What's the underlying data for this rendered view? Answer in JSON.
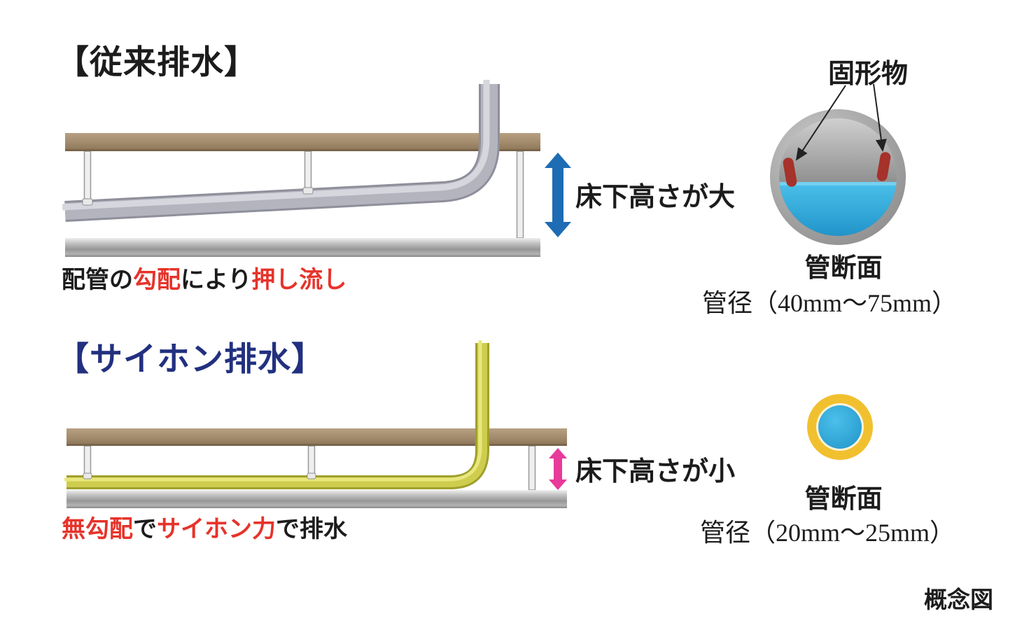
{
  "page": {
    "footer": "概念図"
  },
  "colors": {
    "accent_red": "#e6332a",
    "title_navy": "#22307f",
    "arrow_blue": "#1d6cb4",
    "arrow_pink": "#e73a9b",
    "floor_brown": "#a18a6b",
    "slab_gray": "#9a9a9a",
    "pipe_gray": "#b4b4bf",
    "pipe_yellow": "#cecd4e",
    "water_blue": "#2fa9de",
    "ring_yellow": "#f1c02f",
    "solids_red": "#a5322b"
  },
  "conventional": {
    "title": "【従来排水】",
    "height_label": "床下高さが大",
    "caption": [
      {
        "text": "配管の"
      },
      {
        "text": "勾配"
      },
      {
        "text": "により"
      },
      {
        "text": "押し流し"
      }
    ],
    "cross_section": {
      "solids_label": "固形物",
      "section_label": "管断面",
      "diameter_label": "管径（40mm～75mm）"
    }
  },
  "siphon": {
    "title": "【サイホン排水】",
    "height_label": "床下高さが小",
    "caption": [
      {
        "text": "無勾配"
      },
      {
        "text": "で"
      },
      {
        "text": "サイホン力"
      },
      {
        "text": "で排水"
      }
    ],
    "cross_section": {
      "section_label": "管断面",
      "diameter_label": "管径（20mm～25mm）"
    }
  }
}
